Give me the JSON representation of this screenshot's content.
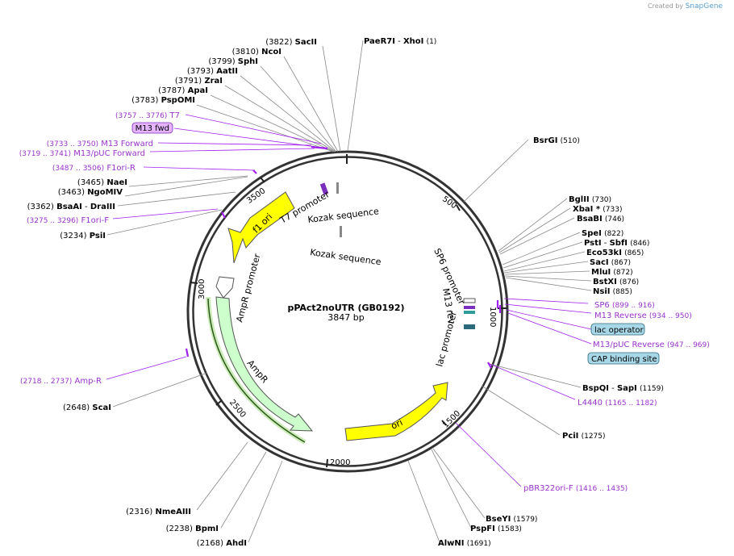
{
  "credit": {
    "prefix": "Created by",
    "brand": "SnapGene"
  },
  "plasmid": {
    "name": "pPAct2noUTR (GB0192)",
    "length": "3847 bp",
    "total_bp": 3847
  },
  "colors": {
    "backbone": "#333333",
    "site_leader": "#888888",
    "primer": "#a020f0",
    "feature_yellow": "#ffff00",
    "feature_ampr": "#ccffcc",
    "feature_ampr_promoter": "#ffffff",
    "lac_box": "#a8d8e8",
    "m13fwd_box": "#e6b3ff",
    "site_label": "#000000",
    "primer_label": "#9933cc"
  },
  "ticks": [
    "500",
    "1000",
    "1500",
    "2000",
    "2500",
    "3000",
    "3500"
  ],
  "sites": [
    {
      "name": "SacII",
      "pos": "(3822)"
    },
    {
      "name": "NcoI",
      "pos": "(3810)"
    },
    {
      "name": "SphI",
      "pos": "(3799)"
    },
    {
      "name": "AatII",
      "pos": "(3793)"
    },
    {
      "name": "ZraI",
      "pos": "(3791)"
    },
    {
      "name": "ApaI",
      "pos": "(3787)"
    },
    {
      "name": "PspOMI",
      "pos": "(3783)"
    },
    {
      "name": "NaeI",
      "pos": "(3465)"
    },
    {
      "name": "NgoMIV",
      "pos": "(3463)"
    },
    {
      "name": "BsaAI",
      "name2": "DraIII",
      "pos": "(3362)"
    },
    {
      "name": "PsiI",
      "pos": "(3234)"
    },
    {
      "name": "ScaI",
      "pos": "(2648)"
    },
    {
      "name": "NmeAIII",
      "pos": "(2316)"
    },
    {
      "name": "BpmI",
      "pos": "(2238)"
    },
    {
      "name": "AhdI",
      "pos": "(2168)"
    },
    {
      "name": "PaeR7I",
      "name2": "XhoI",
      "pos": "(1)"
    },
    {
      "name": "BsrGI",
      "pos": "(510)"
    },
    {
      "name": "BglII",
      "pos": "(730)"
    },
    {
      "name": "XbaI *",
      "pos": "(733)"
    },
    {
      "name": "BsaBI",
      "pos": "(746)"
    },
    {
      "name": "SpeI",
      "pos": "(822)"
    },
    {
      "name": "PstI",
      "name2": "SbfI",
      "pos": "(846)"
    },
    {
      "name": "Eco53kI",
      "pos": "(865)"
    },
    {
      "name": "SacI",
      "pos": "(867)"
    },
    {
      "name": "MluI",
      "pos": "(872)"
    },
    {
      "name": "BstXI",
      "pos": "(876)"
    },
    {
      "name": "NsiI",
      "pos": "(885)"
    },
    {
      "name": "BspQI",
      "name2": "SapI",
      "pos": "(1159)"
    },
    {
      "name": "PciI",
      "pos": "(1275)"
    },
    {
      "name": "BseYI",
      "pos": "(1579)"
    },
    {
      "name": "PspFI",
      "pos": "(1583)"
    },
    {
      "name": "AlwNI",
      "pos": "(1691)"
    }
  ],
  "primers": [
    {
      "name": "T7",
      "pos": "(3757 .. 3776)"
    },
    {
      "name": "M13 fwd",
      "pos": ""
    },
    {
      "name": "M13 Forward",
      "pos": "(3733 .. 3750)"
    },
    {
      "name": "M13/pUC Forward",
      "pos": "(3719 .. 3741)"
    },
    {
      "name": "F1ori-R",
      "pos": "(3487 .. 3506)"
    },
    {
      "name": "F1ori-F",
      "pos": "(3275 .. 3296)"
    },
    {
      "name": "Amp-R",
      "pos": "(2718 .. 2737)"
    },
    {
      "name": "SP6",
      "pos": "(899 .. 916)"
    },
    {
      "name": "M13 Reverse",
      "pos": "(934 .. 950)"
    },
    {
      "name": "lac operator",
      "pos": ""
    },
    {
      "name": "M13/pUC Reverse",
      "pos": "(947 .. 969)"
    },
    {
      "name": "CAP binding site",
      "pos": ""
    },
    {
      "name": "L4440",
      "pos": "(1165 .. 1182)"
    },
    {
      "name": "pBR322ori-F",
      "pos": "(1416 .. 1435)"
    }
  ],
  "features": {
    "f1_ori": "f1 ori",
    "t7_promoter": "T7 promoter",
    "kozak_1": "Kozak sequence",
    "kozak_2": "Kozak sequence",
    "ampr_promoter": "AmpR promoter",
    "ampr": "AmpR",
    "ori": "ori",
    "sp6_promoter": "SP6 promoter",
    "m13_rev": "M13 rev",
    "lac_promoter": "lac promoter"
  }
}
